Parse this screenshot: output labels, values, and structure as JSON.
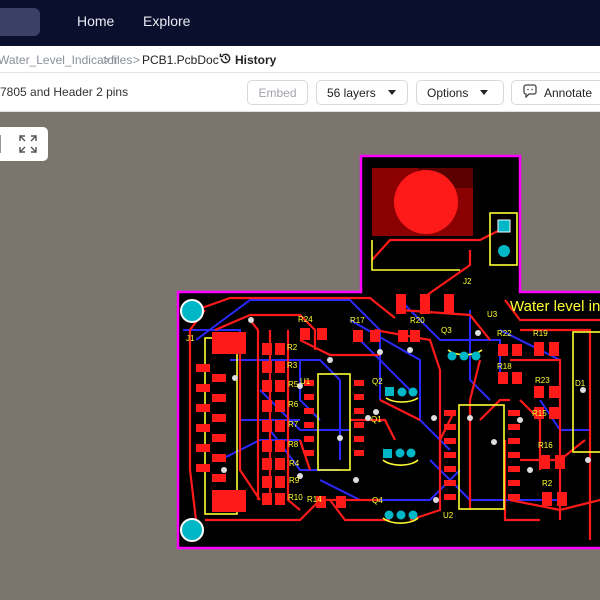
{
  "nav": {
    "home": "Home",
    "explore": "Explore"
  },
  "breadcrumb": {
    "project": "Water_Level_Indicator",
    "sep1": ">",
    "folder": "files",
    "sep2": ">",
    "file": "PCB1.PcbDoc",
    "history": "History"
  },
  "toolbar": {
    "description": "7805 and Header 2 pins",
    "embed": "Embed",
    "layers": "56 layers",
    "options": "Options",
    "annotate": "Annotate"
  },
  "pcb": {
    "title_text": "Water level in",
    "designators": {
      "J1": "J1",
      "J2": "J2",
      "U1": "U1",
      "U2": "U2",
      "U3": "U3",
      "Q1": "Q1",
      "Q2": "Q2",
      "Q3": "Q3",
      "Q4": "Q4",
      "D1": "D1",
      "R2": "R2",
      "R3": "R3",
      "R4": "R4",
      "R5": "R5",
      "R6": "R6",
      "R7": "R7",
      "R8": "R8",
      "R9": "R9",
      "R10": "R10",
      "R14": "R14",
      "R15": "R15",
      "R16": "R16",
      "R17": "R17",
      "R18": "R18",
      "R19": "R19",
      "R20": "R20",
      "R22": "R22",
      "R23": "R23",
      "R24": "R24",
      "R2x": "R2"
    },
    "colors": {
      "board": "#000000",
      "outline": "#ff00ff",
      "top_copper": "#ff0000",
      "bottom_copper": "#2a2aff",
      "silk": "#ffff00",
      "pad_hole": "#00b7c7"
    }
  }
}
